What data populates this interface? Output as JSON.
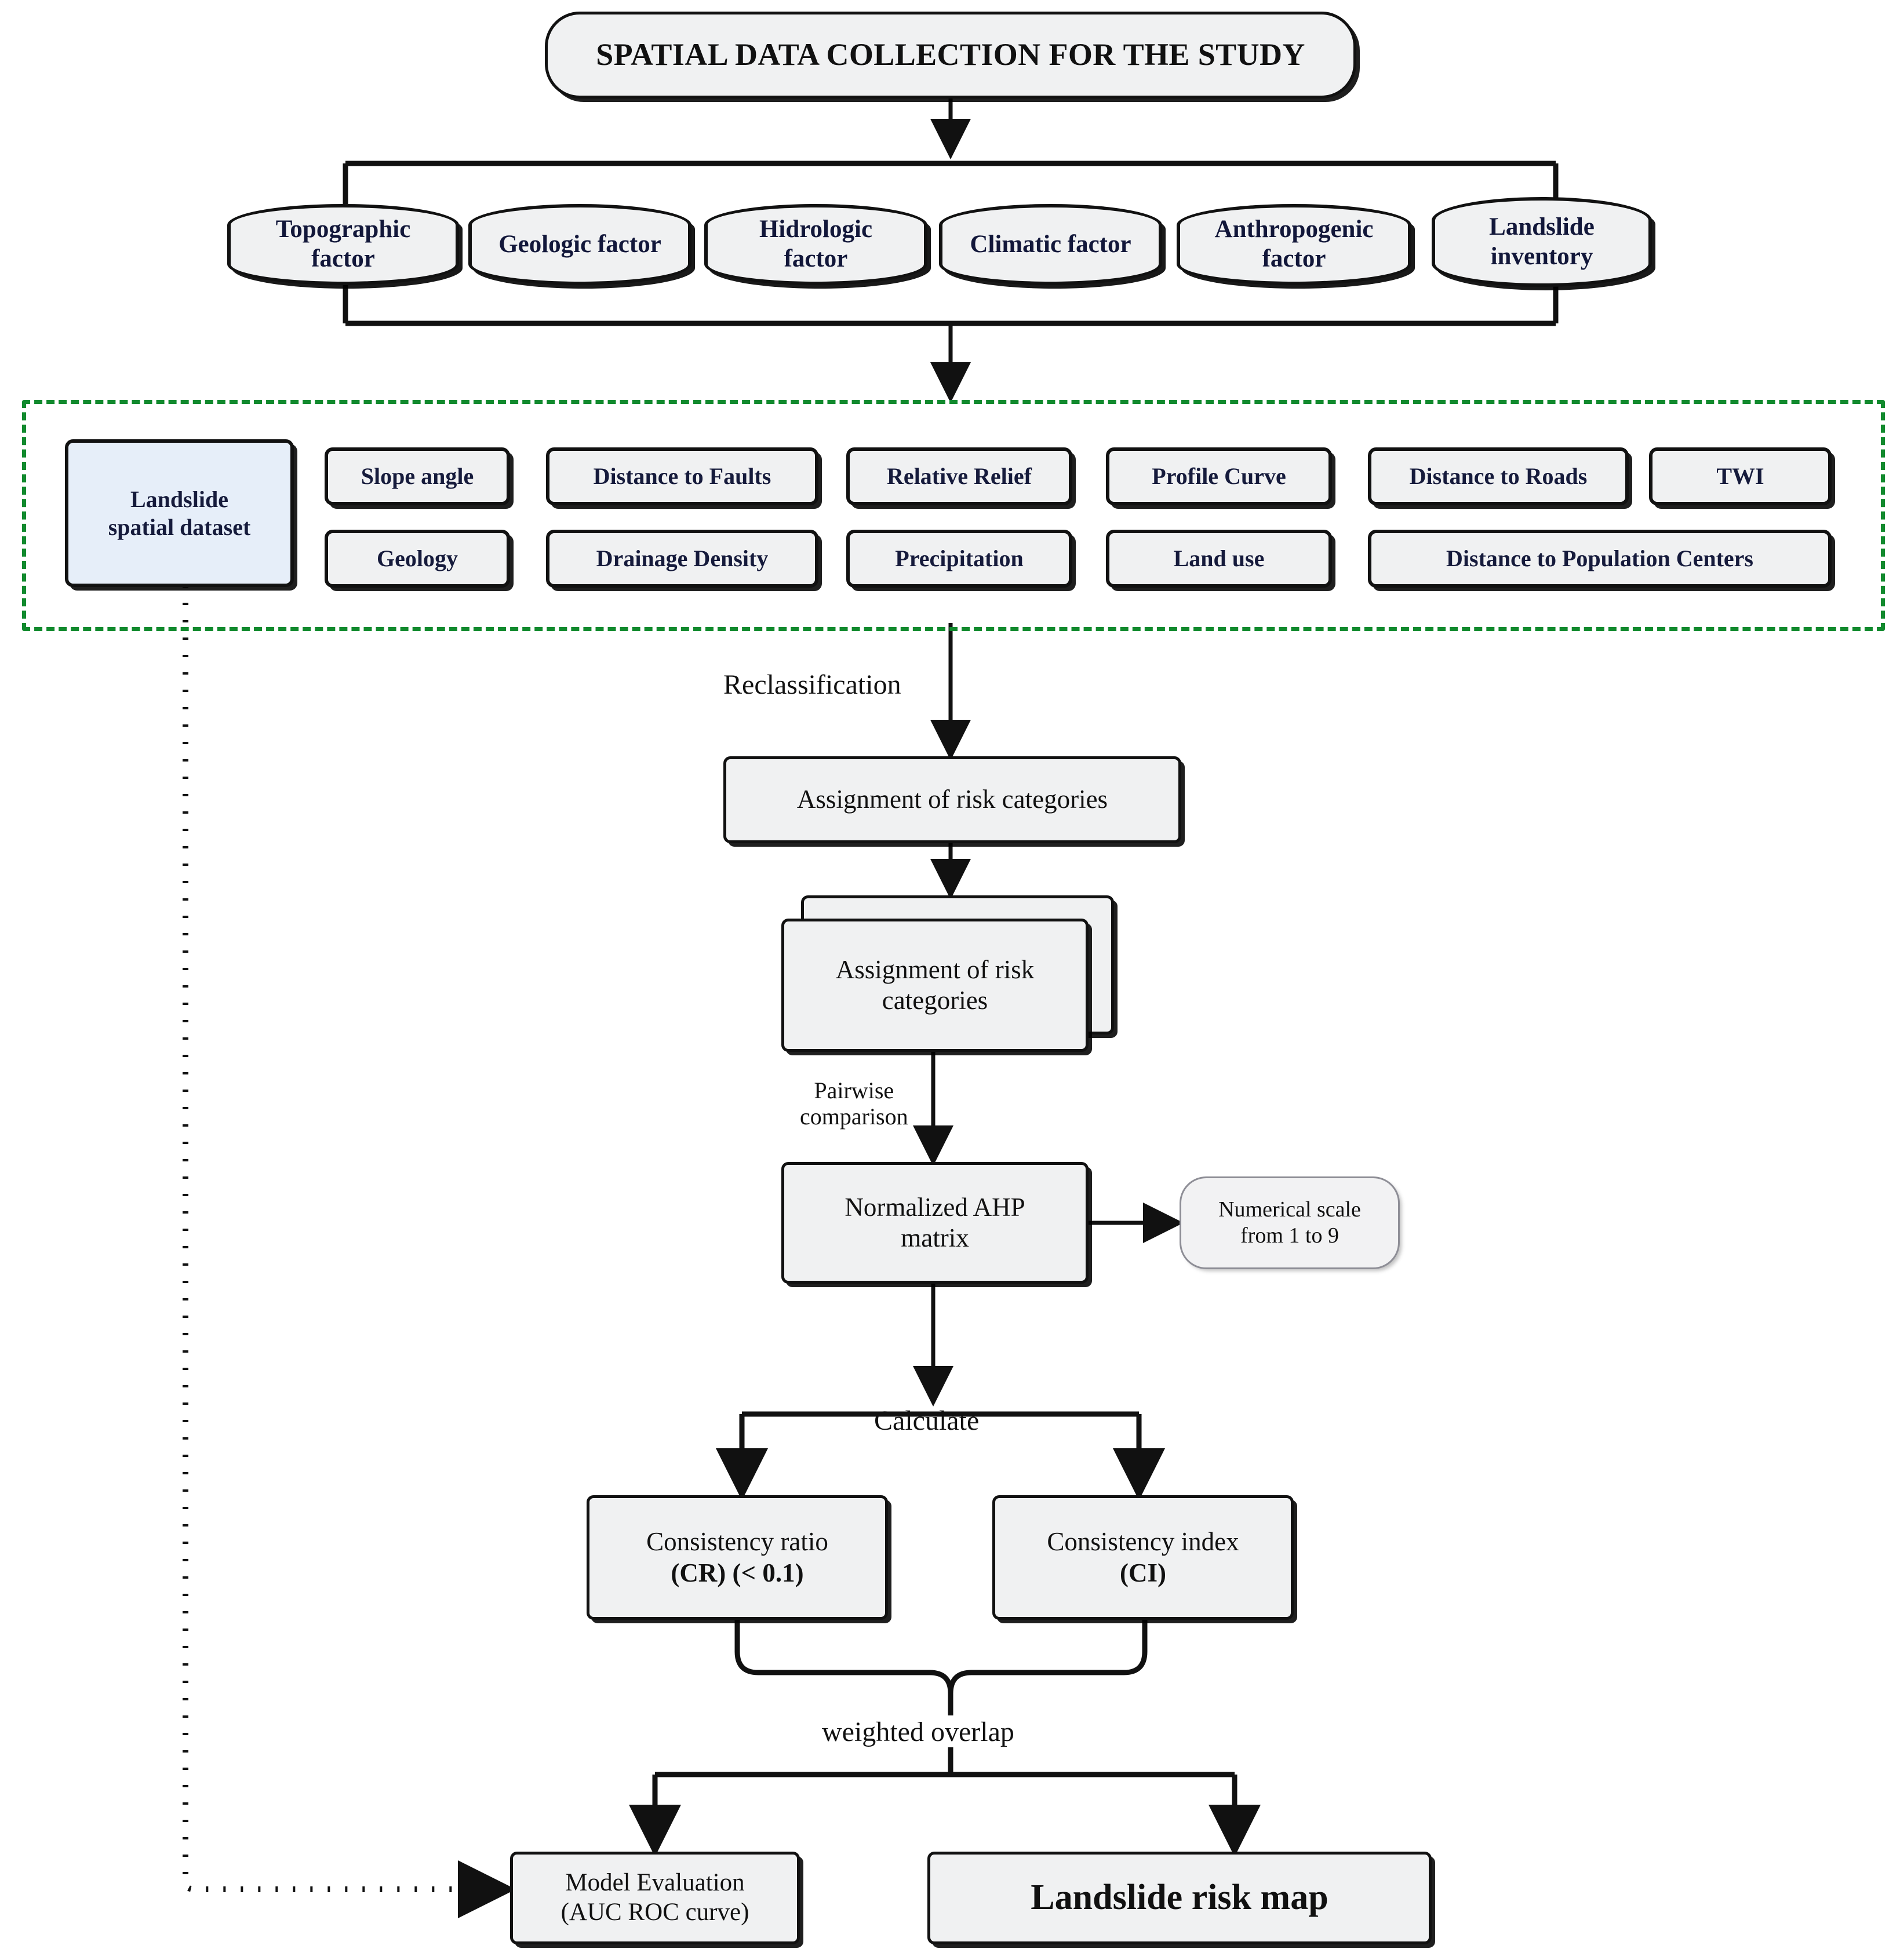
{
  "diagram": {
    "title": "SPATIAL DATA COLLECTION FOR THE STUDY",
    "factors": [
      {
        "label": "Topographic\nfactor"
      },
      {
        "label": "Geologic factor"
      },
      {
        "label": "Hidrologic\nfactor"
      },
      {
        "label": "Climatic factor"
      },
      {
        "label": "Anthropogenic\nfactor"
      },
      {
        "label": "Landslide\ninventory"
      }
    ],
    "dataset_group": {
      "primary": "Landslide\nspatial dataset",
      "row1": [
        "Slope angle",
        "Distance to Faults",
        "Relative Relief",
        "Profile Curve",
        "Distance to Roads",
        "TWI"
      ],
      "row2": [
        "Geology",
        "Drainage Density",
        "Precipitation",
        "Land use",
        "Distance to Population Centers"
      ],
      "border_color": "#128a2e",
      "primary_fill": "#e6eef9"
    },
    "edge_labels": {
      "reclassification": "Reclassification",
      "pairwise": "Pairwise\ncomparison",
      "calculate": "Calculate",
      "weighted_overlap": "weighted overlap"
    },
    "steps": {
      "assignment_top": "Assignment of risk categories",
      "assignment_stack": "Assignment of risk\ncategories",
      "ahp_matrix": "Normalized AHP\nmatrix",
      "numerical_scale": "Numerical scale\nfrom 1 to 9",
      "consistency_ratio_line1": "Consistency ratio",
      "consistency_ratio_line2": "(CR) (< 0.1)",
      "consistency_index_line1": "Consistency index",
      "consistency_index_line2": "(CI)",
      "model_evaluation_line1": "Model Evaluation",
      "model_evaluation_line2": "(AUC ROC curve)",
      "final_output": "Landslide risk map"
    }
  }
}
